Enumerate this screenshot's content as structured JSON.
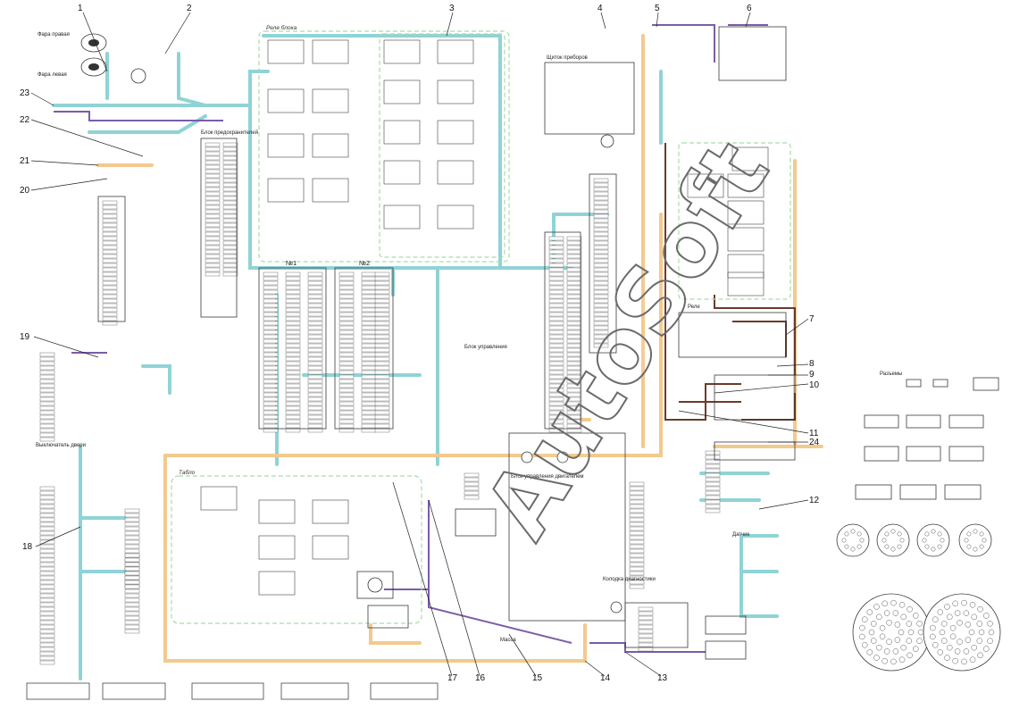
{
  "watermark": "AutoSoft",
  "callouts": [
    "1",
    "2",
    "3",
    "4",
    "5",
    "6",
    "7",
    "8",
    "9",
    "10",
    "11",
    "12",
    "13",
    "14",
    "15",
    "16",
    "17",
    "18",
    "19",
    "20",
    "21",
    "22",
    "23",
    "24"
  ],
  "panels": {
    "relay_block": "Реле блока",
    "mounting_block_1": "№1",
    "mounting_block_2": "№2",
    "gauge_block": "Табло",
    "control_unit": "Блок управления",
    "pin_connectors": "Разъемы"
  },
  "labels": {
    "door_switch": "Выключатель двери",
    "right_headlamp": "Фара правая",
    "left_headlamp": "Фара левая",
    "fuse_box": "Блок предохранителей",
    "ground": "Масса",
    "engine_ecu": "Блок управления двигателем",
    "dashboard": "Щиток приборов",
    "sensor": "Датчик",
    "relay": "Реле",
    "diagnostic": "Колодка диагностики"
  },
  "colors": {
    "cyan_bundle": "#8fd3d6",
    "orange_bundle": "#f3c98d",
    "purple_wire": "#7b5ca7",
    "brown_wire": "#6a3b2b",
    "green_panel": "#a8dcaa",
    "outline": "#3a3a3a"
  }
}
